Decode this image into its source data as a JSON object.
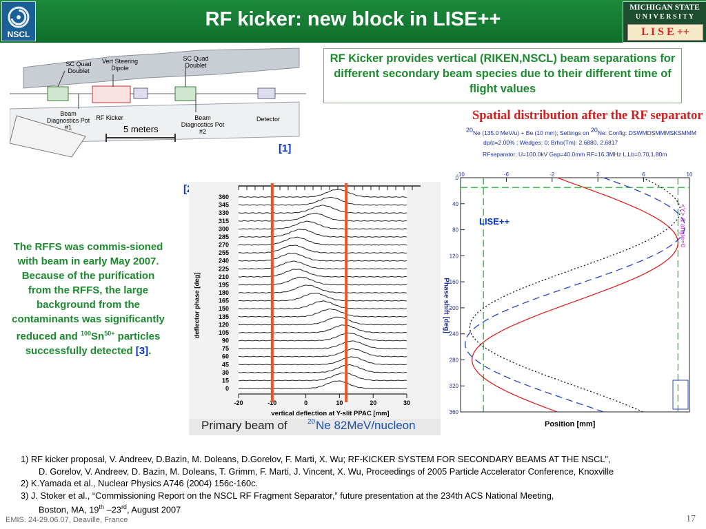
{
  "header": {
    "title": "RF kicker: new block in LISE++",
    "nscl_logo_text": "NSCL",
    "msu_line1": "MICHIGAN STATE",
    "msu_line2": "U N I V E R S I T Y",
    "lise_logo_text": "L I S E ++"
  },
  "colors": {
    "header_green": "#148033",
    "text_green": "#1c8a2e",
    "ref_blue": "#0033cc",
    "orange": "#ee5522"
  },
  "box_text": "RF Kicker provides vertical (RIKEN,NSCL) beam separations for different secondary beam species due to their different time of flight values",
  "beamline": {
    "labels": [
      "SC Quad Doublet",
      "Vert Steering Dipole",
      "SC Quad Doublet",
      "Beam Diagnostics Pot #1",
      "RF Kicker",
      "Beam Diagnostics Pot #2",
      "Detector"
    ],
    "scale": "5 meters",
    "ref": "[1]"
  },
  "left_para": {
    "text_a": "The RFFS was commis-sioned with beam in early May 2007. Because of the purification from the RFFS, the large background from the contaminants was significantly reduced and ",
    "iso_mass": "100",
    "iso_el": "Sn",
    "iso_charge": "50+",
    "text_b": " particles successfully detected ",
    "ref": "[3]",
    "period": "."
  },
  "fig2": {
    "ref": "[2]",
    "ylabel": "deflector phase [deg]",
    "xlabel": "vertical deflection at Y-slit PPAC [mm]",
    "caption_a": "Primary beam of ",
    "caption_mass": "20",
    "caption_b": "Ne 82MeV/nucleon",
    "phases": [
      "360",
      "345",
      "330",
      "315",
      "300",
      "285",
      "270",
      "255",
      "240",
      "225",
      "210",
      "195",
      "180",
      "165",
      "150",
      "135",
      "120",
      "105",
      "90",
      "75",
      "60",
      "45",
      "30",
      "15",
      "0"
    ],
    "xticks": [
      "-20",
      "-10",
      "0",
      "10",
      "20",
      "30"
    ]
  },
  "fig3": {
    "title": "Spatial distribution after the RF separator",
    "subline1_pre": "20",
    "subline1_mid": "Ne (135.0 MeV/u) + Be (10 mm);  Settings on ",
    "subline1_mass": "20",
    "subline1_post": "Ne:  Config: DSWMDSMMMSKSMMM",
    "subline2": "dp/p=2.00% ; Wedges: 0; Brho(Tm): 2.6880, 2.6817",
    "subline3": "RFseparator: U=100.0kV  Gap=40.0mm  RF=16.3MHz  L,Lb=0.70,1.80m",
    "lise_label": "LISE++",
    "ylabel": "Phase shift [deg]",
    "xlabel": "Position [mm]",
    "right_label": "<Y> & angle=0",
    "top_ticks": [
      "-10",
      "-6",
      "-2",
      "2",
      "6",
      "10"
    ],
    "phase_ticks": [
      "0",
      "40",
      "80",
      "120",
      "160",
      "200",
      "240",
      "280",
      "320",
      "360"
    ]
  },
  "references": {
    "r1_a": "1) RF kicker proposal, V. Andreev, D.Bazin, M. Doleans, D.Gorelov, F. Marti, X. Wu; RF-KICKER SYSTEM FOR SECONDARY BEAMS AT THE NSCL\",",
    "r1_b": "D. Gorelov, V. Andreev, D. Bazin, M. Doleans, T. Grimm, F. Marti, J. Vincent, X. Wu, Proceedings of 2005 Particle Accelerator Conference, Knoxville",
    "r2": "2)   K.Yamada et al., Nuclear Physics A746 (2004) 156c-160c.",
    "r3_a": "3)  J. Stoker et al., “Commissioning Report on the NSCL RF Fragment Separator,” future presentation at the 234th ACS National Meeting,",
    "r3_b_pre": "Boston, MA, 19",
    "r3_b_th1": "th",
    "r3_b_mid": " –23",
    "r3_b_rd": "rd",
    "r3_b_post": ", August 2007"
  },
  "footer": {
    "left": "EMIS.  24-29.06.07,  Deaville, France",
    "page": "17"
  }
}
